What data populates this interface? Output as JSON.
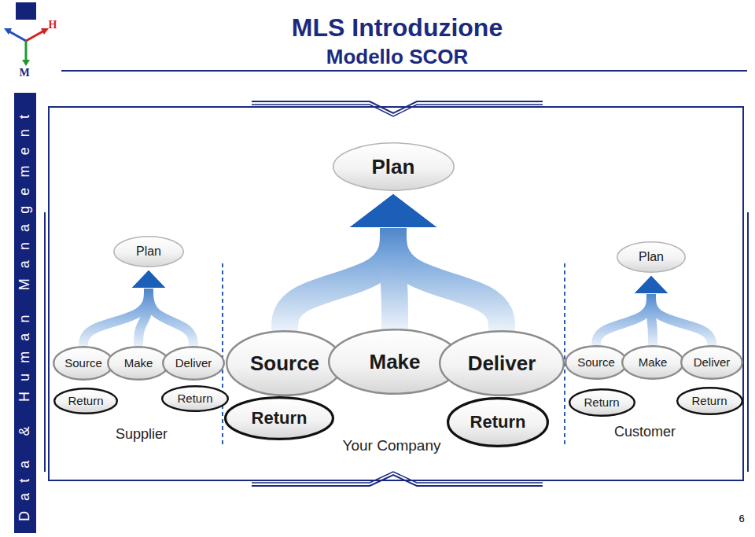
{
  "diagram": {
    "title": "MLS Introduzione",
    "nodes": [
      {
        "text": [
          "Plan"
        ]
      },
      {
        "text": [
          "Source"
        ]
      },
      {
        "text": [
          "Make"
        ]
      },
      {
        "text": [
          "Deliver"
        ]
      },
      {
        "text": [
          "Return"
        ]
      },
      {
        "text": [
          "Return"
        ]
      },
      {
        "text": [
          "Plan"
        ]
      },
      {
        "text": [
          "Source"
        ]
      },
      {
        "text": [
          "Make"
        ]
      },
      {
        "text": [
          "Deliver"
        ]
      },
      {
        "text": [
          "Return"
        ]
      },
      {
        "text": [
          "Return"
        ]
      },
      {
        "text": [
          "Plan"
        ]
      },
      {
        "text": [
          "Source"
        ]
      },
      {
        "text": [
          "Make"
        ]
      },
      {
        "text": [
          "Deliver"
        ]
      },
      {
        "text": [
          "Return"
        ]
      },
      {
        "text": [
          "Return"
        ]
      }
    ],
    "edges": [
      {
        "from": 1,
        "to": 0,
        "arrow": "to"
      },
      {
        "from": 2,
        "to": 0,
        "arrow": "to"
      },
      {
        "from": 3,
        "to": 0,
        "arrow": "to"
      },
      {
        "from": 7,
        "to": 6,
        "arrow": "to"
      },
      {
        "from": 8,
        "to": 6,
        "arrow": "to"
      },
      {
        "from": 9,
        "to": 6,
        "arrow": "to"
      },
      {
        "from": 13,
        "to": 12,
        "arrow": "to"
      },
      {
        "from": 14,
        "to": 12,
        "arrow": "to"
      },
      {
        "from": 15,
        "to": 12,
        "arrow": "to"
      }
    ],
    "labels": [
      "Modello SCOR",
      "H",
      "M",
      "Data & Human Management",
      "Supplier",
      "Your Company",
      "Customer",
      "6"
    ]
  }
}
